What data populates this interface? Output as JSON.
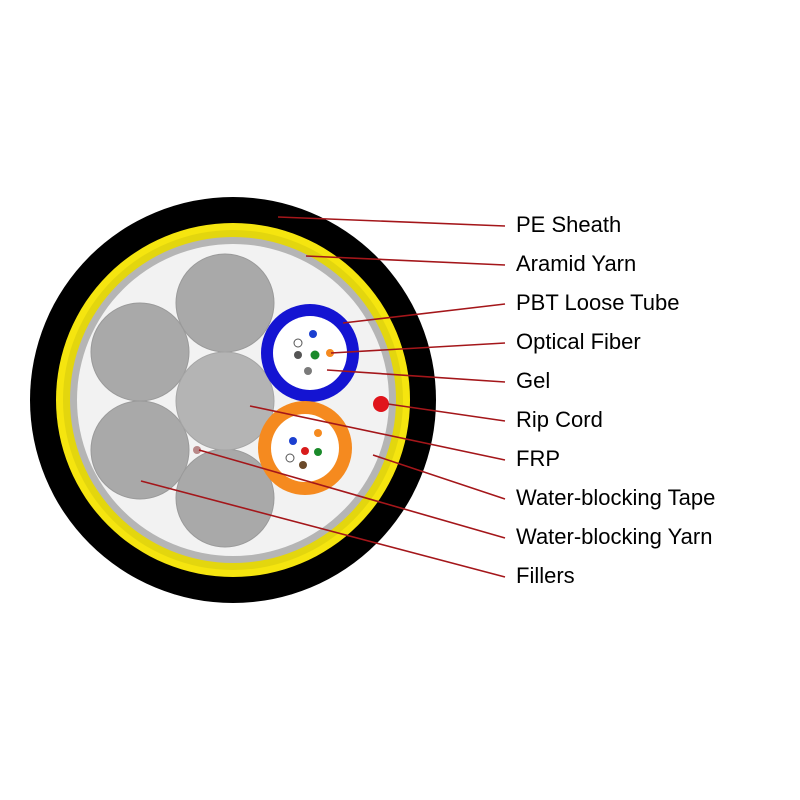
{
  "colors": {
    "sheath": "#000000",
    "aramid": "#f5e50f",
    "tape": "#b5b5b5",
    "core_bg": "#f2f2f2",
    "filler": "#a9a9a9",
    "frp": "#b4b4b4",
    "tube_blue": "#1414d2",
    "tube_orange": "#f58a1f",
    "rip_cord": "#e0141b",
    "leader": "#a4161a"
  },
  "labels": [
    "PE Sheath",
    "Aramid Yarn",
    "PBT Loose Tube",
    "Optical Fiber",
    "Gel",
    "Rip Cord",
    "FRP",
    "Water-blocking Tape",
    "Water-blocking Yarn",
    "Fillers"
  ]
}
